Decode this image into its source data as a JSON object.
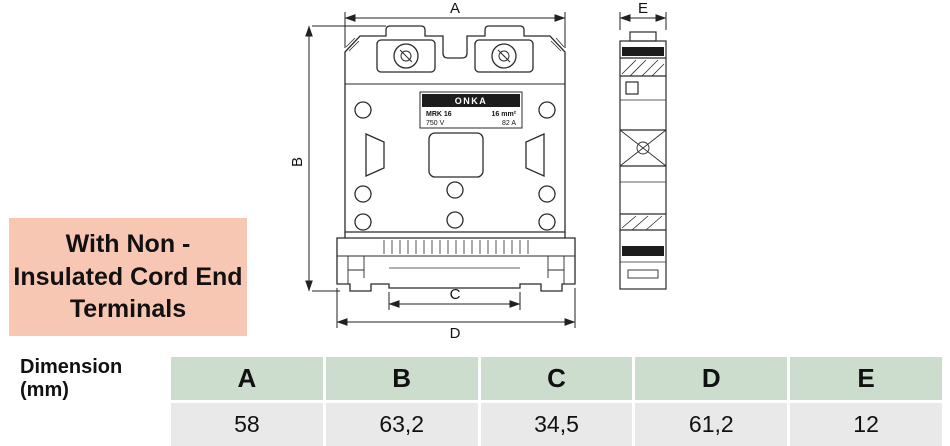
{
  "side_label": {
    "line1": "With Non -",
    "line2": "Insulated Cord End",
    "line3": "Terminals"
  },
  "drawing": {
    "dimensions": {
      "a": "A",
      "b": "B",
      "c": "C",
      "d": "D",
      "e": "E"
    },
    "product_label": {
      "brand": "ONKA",
      "model": "MRK 16",
      "cross_section": "16 mm²",
      "voltage": "750 V",
      "current": "82 A"
    }
  },
  "table": {
    "row_header": {
      "title_line1": "Dimension",
      "title_line2": "(mm)"
    },
    "columns": [
      "A",
      "B",
      "C",
      "D",
      "E"
    ],
    "values": [
      "58",
      "63,2",
      "34,5",
      "61,2",
      "12"
    ]
  },
  "colors": {
    "header_green": "#ccdccd",
    "value_gray": "#e8e9e8",
    "label_pink": "#f8c7b4",
    "line_dark": "#2b2b2b"
  }
}
